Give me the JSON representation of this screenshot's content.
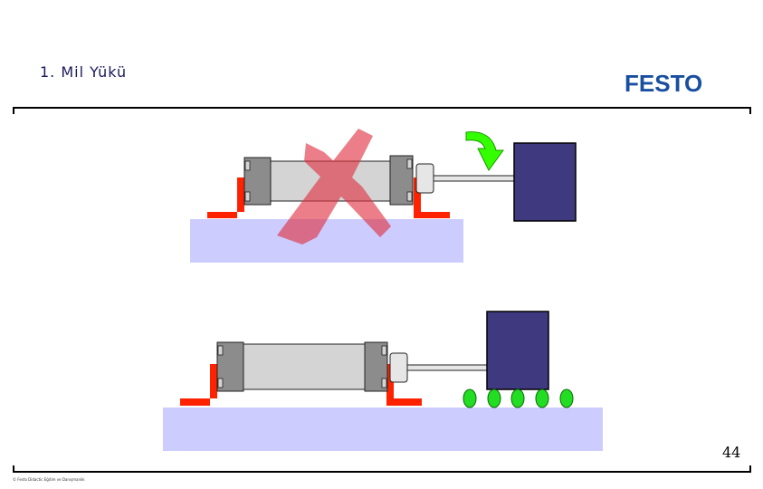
{
  "slide": {
    "title": "1. Mil Yükü",
    "page_number": "44",
    "footer": "© Festo Didactic Eğitim ve Danışmanlık"
  },
  "logo": {
    "text": "FESTO",
    "color": "#1a4fa0"
  },
  "colors": {
    "table": "#ccccff",
    "bracket": "#ff2200",
    "load": "#3f3a80",
    "barrel": "#d4d4d4",
    "endcap": "#8c8c8c",
    "cross": "#e03040",
    "arrow": "#33ff00",
    "roller": "#22dd22"
  },
  "icons": {
    "wrong": "cross-mark-icon",
    "load_force": "curved-arrow-down-icon"
  }
}
